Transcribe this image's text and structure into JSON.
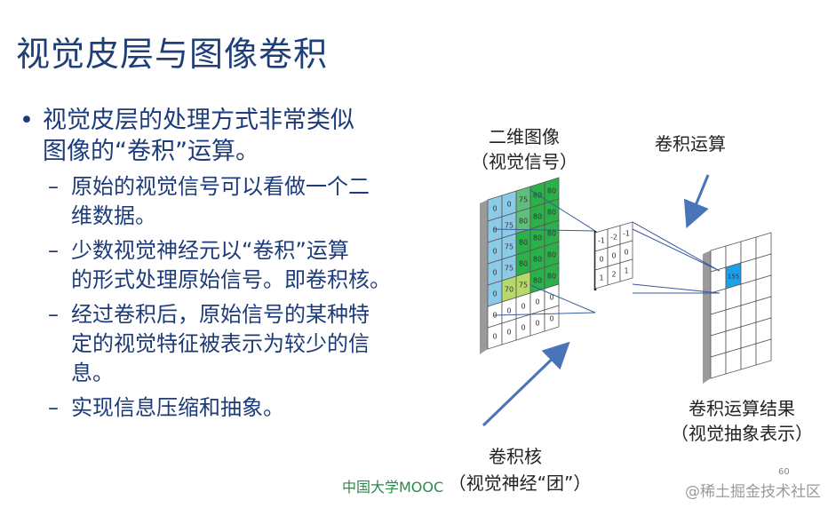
{
  "title": "视觉皮层与图像卷积",
  "bullets": {
    "main": "视觉皮层的处理方式非常类似\n图像的“卷积”运算。",
    "subs": [
      "原始的视觉信号可以看做一个二\n维数据。",
      "少数视觉神经元以“卷积”运算\n的形式处理原始信号。即卷积核。",
      "经过卷积后，原始信号的某种特\n定的视觉特征被表示为较少的信\n息。",
      "实现信息压缩和抽象。"
    ]
  },
  "diagram": {
    "image_label": "二维图像\n（视觉信号）",
    "conv_label": "卷积运算",
    "kernel_label": "卷积核",
    "kernel_sublabel": "（视觉神经“团”）",
    "result_label": "卷积运算结果\n（视觉抽象表示）",
    "image_grid": [
      [
        "0",
        "0",
        "75",
        "80",
        "80"
      ],
      [
        "0",
        "75",
        "80",
        "80",
        "80"
      ],
      [
        "0",
        "75",
        "80",
        "80",
        "80"
      ],
      [
        "0",
        "75",
        "80",
        "80",
        "80"
      ],
      [
        "0",
        "70",
        "75",
        "80",
        "80"
      ],
      [
        "0",
        "0",
        "0",
        "0",
        "0"
      ],
      [
        "0",
        "0",
        "0",
        "0",
        "0"
      ]
    ],
    "kernel_grid": [
      [
        "-1",
        "-2",
        "-1"
      ],
      [
        "0",
        "0",
        "0"
      ],
      [
        "1",
        "2",
        "1"
      ]
    ],
    "result_value": "155",
    "colors": {
      "light_blue": "#8ccbe8",
      "green": "#2bb04a",
      "light_green": "#b6d96a",
      "highlight": "#1ea0e6",
      "arrow": "#4a74b8"
    }
  },
  "footer": {
    "logo_text": "中国大学MOOC",
    "page": "60",
    "watermark": "@稀土掘金技术社区"
  }
}
